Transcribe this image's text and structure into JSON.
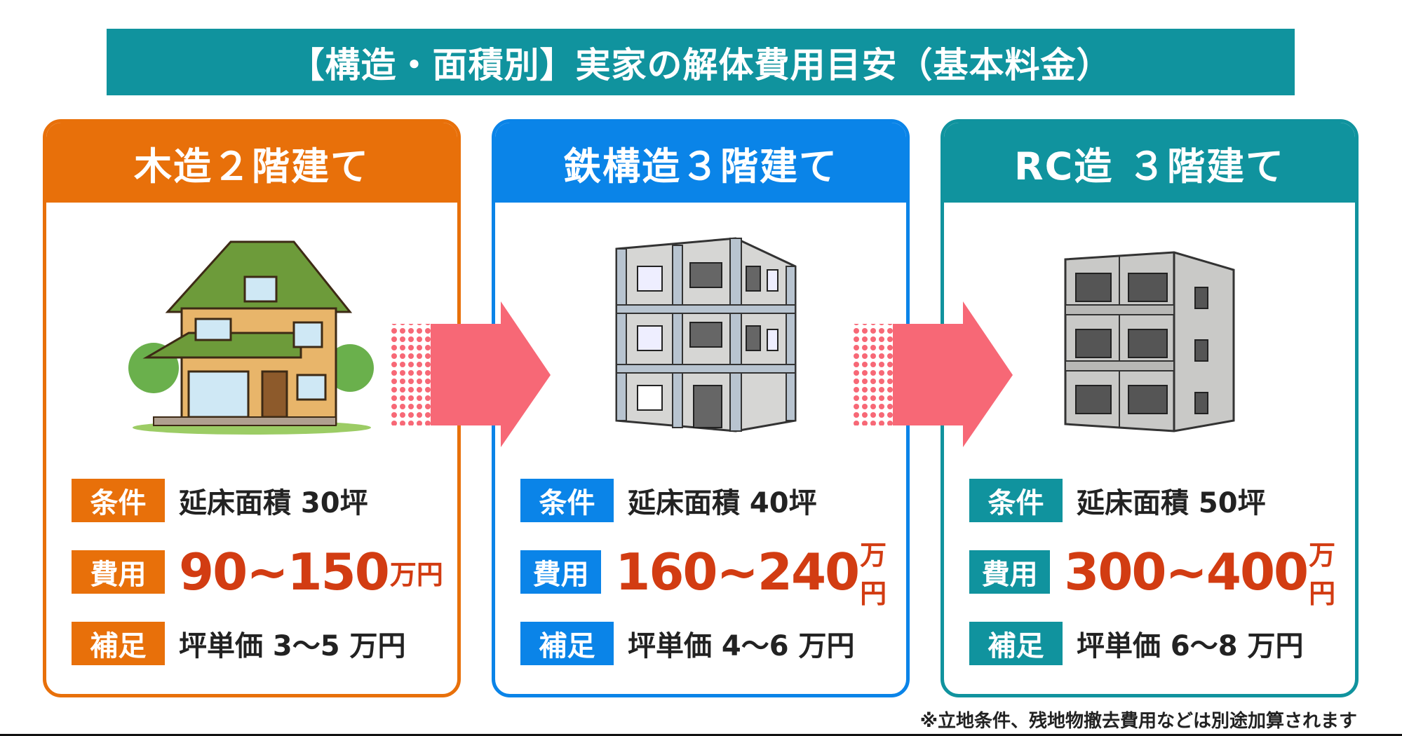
{
  "title": "【構造・面積別】実家の解体費用目安（基本料金）",
  "colors": {
    "wood": "#e8700a",
    "steel": "#0a84e8",
    "rc": "#10939e",
    "price": "#d23c12",
    "arrow": "#f76876"
  },
  "cards": [
    {
      "heading": "木造２階建て",
      "image": "wooden-house-icon",
      "rows": {
        "cond_label": "条件",
        "cond": "延床面積 30坪",
        "cost_label": "費用",
        "cost": "90~150",
        "cost_unit": "万円",
        "note_label": "補足",
        "note": "坪単価 3〜5 万円"
      }
    },
    {
      "heading": "鉄構造３階建て",
      "image": "steel-building-icon",
      "rows": {
        "cond_label": "条件",
        "cond": "延床面積 40坪",
        "cost_label": "費用",
        "cost": "160~240",
        "cost_unit": "万円",
        "note_label": "補足",
        "note": "坪単価 4〜6 万円"
      }
    },
    {
      "heading": "RC造 ３階建て",
      "image": "rc-building-icon",
      "rows": {
        "cond_label": "条件",
        "cond": "延床面積 50坪",
        "cost_label": "費用",
        "cost": "300~400",
        "cost_unit": "万円",
        "note_label": "補足",
        "note": "坪単価 6〜8 万円"
      }
    }
  ],
  "footnote": "※立地条件、残地物撤去費用などは別途加算されます"
}
